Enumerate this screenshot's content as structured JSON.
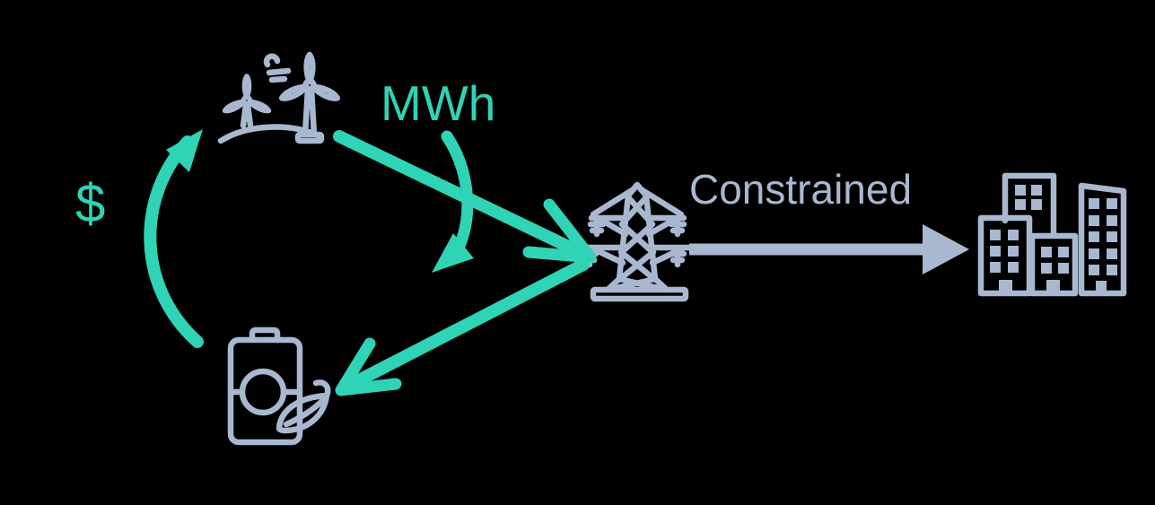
{
  "colors": {
    "background": "#000000",
    "accent": "#2FD3B5",
    "icon": "#A8B8D0"
  },
  "labels": {
    "dollar": "$",
    "energy_unit": "MWh",
    "constraint": "Constrained"
  },
  "nodes": [
    {
      "id": "wind-farm",
      "icon": "wind-turbines-icon"
    },
    {
      "id": "battery-storage",
      "icon": "battery-with-leaf-icon"
    },
    {
      "id": "transmission-grid",
      "icon": "transmission-tower-icon"
    },
    {
      "id": "city-buildings",
      "icon": "city-buildings-icon"
    }
  ],
  "flows": [
    {
      "from": "wind-farm",
      "to": "transmission-grid",
      "label": "MWh",
      "color": "accent",
      "head": "open-chevron"
    },
    {
      "from": "wind-farm",
      "to": "battery-storage",
      "label": "MWh",
      "color": "accent",
      "head": "filled-curved"
    },
    {
      "from": "transmission-grid",
      "to": "battery-storage",
      "label": "MWh",
      "color": "accent",
      "head": "open-chevron"
    },
    {
      "from": "battery-storage",
      "to": "wind-farm",
      "label": "$",
      "color": "accent",
      "head": "filled"
    },
    {
      "from": "transmission-grid",
      "to": "city-buildings",
      "label": "Constrained",
      "color": "icon",
      "head": "filled"
    }
  ]
}
